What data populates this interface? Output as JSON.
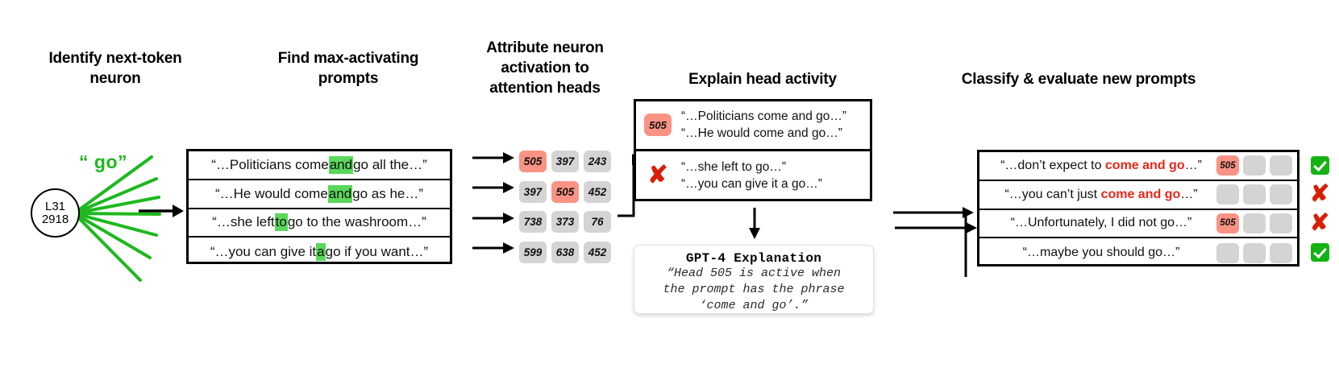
{
  "stages": [
    {
      "id": "identify",
      "title": "Identify next-token\nneuron"
    },
    {
      "id": "find",
      "title": "Find max-activating\nprompts"
    },
    {
      "id": "attribute",
      "title": "Attribute neuron\nactivation to\nattention heads"
    },
    {
      "id": "explain",
      "title": "Explain head activity"
    },
    {
      "id": "classify",
      "title": "Classify & evaluate new prompts"
    }
  ],
  "neuron": {
    "layer_label": "L31",
    "index_label": "2918",
    "token_label": "“ go”",
    "ray_color": "#1DB81D",
    "ray_count": 7
  },
  "max_activating_prompts": [
    {
      "before": "“…Politicians come ",
      "highlight": "and",
      "after": " go all the…”"
    },
    {
      "before": "“…He would come ",
      "highlight": "and",
      "after": " go as he…”"
    },
    {
      "before": "“…she left ",
      "highlight": "to",
      "after": " go to the washroom…”"
    },
    {
      "before": "“…you can give it ",
      "highlight": "a",
      "after": " go if you want…”"
    }
  ],
  "highlight_color": "#5BD75B",
  "head_attribution": {
    "rows": [
      {
        "heads": [
          {
            "id": "505",
            "hot": true
          },
          {
            "id": "397",
            "hot": false
          },
          {
            "id": "243",
            "hot": false
          }
        ]
      },
      {
        "heads": [
          {
            "id": "397",
            "hot": false
          },
          {
            "id": "505",
            "hot": true
          },
          {
            "id": "452",
            "hot": false
          }
        ]
      },
      {
        "heads": [
          {
            "id": "738",
            "hot": false
          },
          {
            "id": "373",
            "hot": false
          },
          {
            "id": "76",
            "hot": false
          }
        ]
      },
      {
        "heads": [
          {
            "id": "599",
            "hot": false
          },
          {
            "id": "638",
            "hot": false
          },
          {
            "id": "452",
            "hot": false
          }
        ]
      }
    ],
    "hot_color": "#FA9384",
    "chip_color": "#D4D4D4"
  },
  "explain_head_activity": {
    "positive": {
      "badge": "505",
      "quotes": [
        "“…Politicians come and go…”",
        "“…He would come and go…”"
      ]
    },
    "negative": {
      "icon": "x-mark",
      "quotes": [
        "“…she left to go…”",
        "“…you can give it a go…”"
      ]
    }
  },
  "gpt4_explanation": {
    "title": "GPT-4 Explanation",
    "line1": "“Head 505 is active when",
    "line2": "the prompt has the phrase",
    "line3": "‘come and go’.”"
  },
  "classify_rows": [
    {
      "before": "“…don’t expect to ",
      "bold": "come and go",
      "after": "…”",
      "chips": [
        {
          "id": "505",
          "hot": true
        },
        {
          "id": "",
          "hot": false
        },
        {
          "id": "",
          "hot": false
        }
      ],
      "verdict": "check"
    },
    {
      "before": "“…you can’t just ",
      "bold": "come and go",
      "after": "…”",
      "chips": [
        {
          "id": "",
          "hot": false
        },
        {
          "id": "",
          "hot": false
        },
        {
          "id": "",
          "hot": false
        }
      ],
      "verdict": "cross"
    },
    {
      "before": "“…Unfortunately, I did not go…”",
      "bold": "",
      "after": "",
      "chips": [
        {
          "id": "505",
          "hot": true
        },
        {
          "id": "",
          "hot": false
        },
        {
          "id": "",
          "hot": false
        }
      ],
      "verdict": "cross"
    },
    {
      "before": "“…maybe you should go…”",
      "bold": "",
      "after": "",
      "chips": [
        {
          "id": "",
          "hot": false
        },
        {
          "id": "",
          "hot": false
        },
        {
          "id": "",
          "hot": false
        }
      ],
      "verdict": "check"
    }
  ],
  "colors": {
    "verdict_check": "#12B312",
    "verdict_cross": "#D81E05",
    "bold_phrase": "#E8261A"
  }
}
